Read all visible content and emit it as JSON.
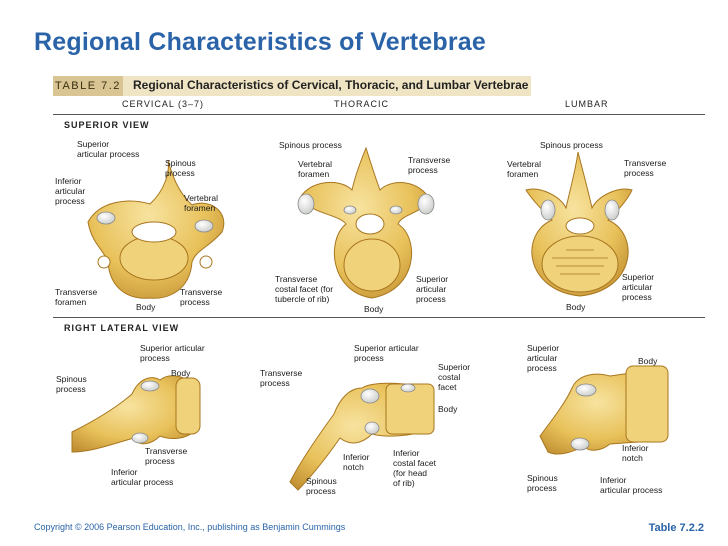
{
  "slide_title": "Regional Characteristics of Vertebrae",
  "table": {
    "number": "TABLE 7.2",
    "caption": "Regional Characteristics of Cervical, Thoracic, and Lumbar Vertebrae",
    "columns": [
      "CERVICAL (3–7)",
      "THORACIC",
      "LUMBAR"
    ],
    "superior_view_label": "SUPERIOR VIEW",
    "lateral_view_label": "RIGHT LATERAL VIEW"
  },
  "labels": {
    "cervical_superior": {
      "superior_articular_process": "Superior\narticular process",
      "spinous_process": "Spinous\nprocess",
      "inferior_articular_process": "Inferior\narticular\nprocess",
      "vertebral_foramen": "Vertebral\nforamen",
      "transverse_foramen": "Transverse\nforamen",
      "body": "Body",
      "transverse_process": "Transverse\nprocess"
    },
    "thoracic_superior": {
      "spinous_process": "Spinous process",
      "vertebral_foramen": "Vertebral\nforamen",
      "transverse_process": "Transverse\nprocess",
      "transverse_costal_facet": "Transverse\ncostal facet (for\ntubercle of rib)",
      "body": "Body",
      "superior_articular_process": "Superior\narticular\nprocess"
    },
    "lumbar_superior": {
      "spinous_process": "Spinous process",
      "vertebral_foramen": "Vertebral\nforamen",
      "transverse_process": "Transverse\nprocess",
      "body": "Body",
      "superior_articular_process": "Superior\narticular\nprocess"
    },
    "cervical_lateral": {
      "superior_articular_process": "Superior articular\nprocess",
      "spinous_process": "Spinous\nprocess",
      "body": "Body",
      "transverse_process": "Transverse\nprocess",
      "inferior_articular_process": "Inferior\narticular process"
    },
    "thoracic_lateral": {
      "transverse_process": "Transverse\nprocess",
      "superior_articular_process": "Superior articular\nprocess",
      "superior_costal_facet": "Superior\ncostal\nfacet",
      "body": "Body",
      "inferior_notch": "Inferior\nnotch",
      "inferior_costal_facet": "Inferior\ncostal facet\n(for head\nof rib)",
      "spinous_process": "Spinous\nprocess"
    },
    "lumbar_lateral": {
      "superior_articular_process": "Superior\narticular\nprocess",
      "body": "Body",
      "inferior_notch": "Inferior\nnotch",
      "spinous_process": "Spinous\nprocess",
      "inferior_articular_process": "Inferior\narticular process"
    }
  },
  "footer": {
    "copyright": "Copyright © 2006 Pearson Education, Inc., publishing as Benjamin Cummings",
    "table_ref": "Table 7.2.2"
  },
  "colors": {
    "title": "#2a63a8",
    "bone": "#e8c15a",
    "bone_dark": "#b8862a",
    "bone_light": "#f4dc8c",
    "table_bar": "#efe4c3"
  }
}
